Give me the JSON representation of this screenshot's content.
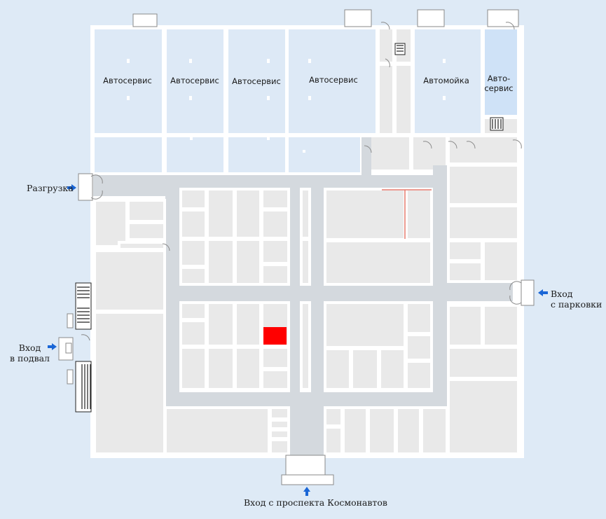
{
  "rooms": {
    "autoservice_1": "Автосервис",
    "autoservice_2": "Автосервис",
    "autoservice_3": "Автосервис",
    "autoservice_4": "Автосервис",
    "carwash": "Автомойка",
    "autoservice_5_line1": "Авто-",
    "autoservice_5_line2": "сервис"
  },
  "entrances": {
    "unloading": "Разгрузка",
    "parking_line1": "Вход",
    "parking_line2": "с парковки",
    "basement_line1": "Вход",
    "basement_line2": "в подвал",
    "main": "Вход с проспекта Космонавтов"
  },
  "colors": {
    "background": "#deeaf6",
    "room": "#e9e9e9",
    "service_room": "#dde9f6",
    "highlight": "#ff0000",
    "arrow": "#1a66d6"
  }
}
